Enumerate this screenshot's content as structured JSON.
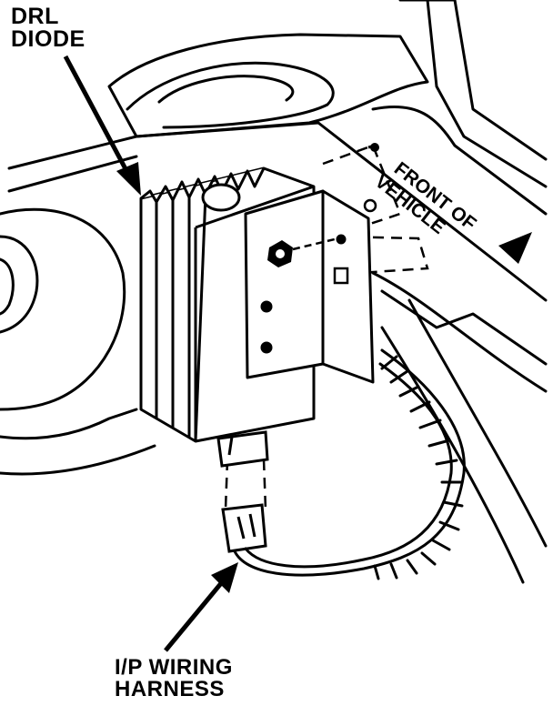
{
  "labels": {
    "drl_diode_line1": "DRL",
    "drl_diode_line2": "DIODE",
    "front_of_vehicle_line1": "FRONT OF",
    "front_of_vehicle_line2": "VEHICLE",
    "harness_line1": "I/P WIRING",
    "harness_line2": "HARNESS"
  },
  "colors": {
    "ink": "#000000",
    "paper": "#ffffff"
  }
}
